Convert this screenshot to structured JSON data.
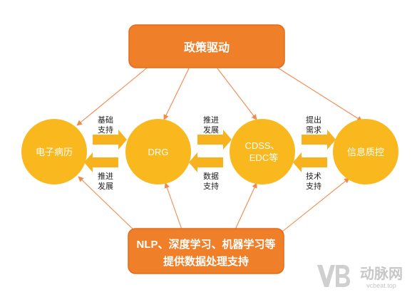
{
  "colors": {
    "box_fill": "#f07f2a",
    "box_stroke": "#e46a1b",
    "circle_fill": "#f8b81e",
    "arrow_fill": "#f7b21e",
    "line": "#f08a4b",
    "text_white": "#ffffff",
    "text_dark": "#222222",
    "watermark": "#c7c7c7"
  },
  "top_box": {
    "label": "政策驱动"
  },
  "bottom_box": {
    "line1": "NLP、深度学习、机器学习等",
    "line2": "提供数据处理支持"
  },
  "nodes": {
    "emr": {
      "label": "电子病历"
    },
    "drg": {
      "label": "DRG"
    },
    "cdss": {
      "line1": "CDSS、",
      "line2": "EDC等"
    },
    "info": {
      "label": "信息质控"
    }
  },
  "arrows": {
    "emr_drg_top": {
      "line1": "基础",
      "line2": "支持"
    },
    "emr_drg_bottom": {
      "line1": "推进",
      "line2": "发展"
    },
    "drg_cdss_top": {
      "line1": "推进",
      "line2": "发展"
    },
    "drg_cdss_bottom": {
      "line1": "数据",
      "line2": "支持"
    },
    "cdss_info_top": {
      "line1": "提出",
      "line2": "需求"
    },
    "cdss_info_bottom": {
      "line1": "技术",
      "line2": "支持"
    }
  },
  "watermark": {
    "brand": "动脉网",
    "site": "vcbeat.top",
    "logo_letter": "VB"
  }
}
